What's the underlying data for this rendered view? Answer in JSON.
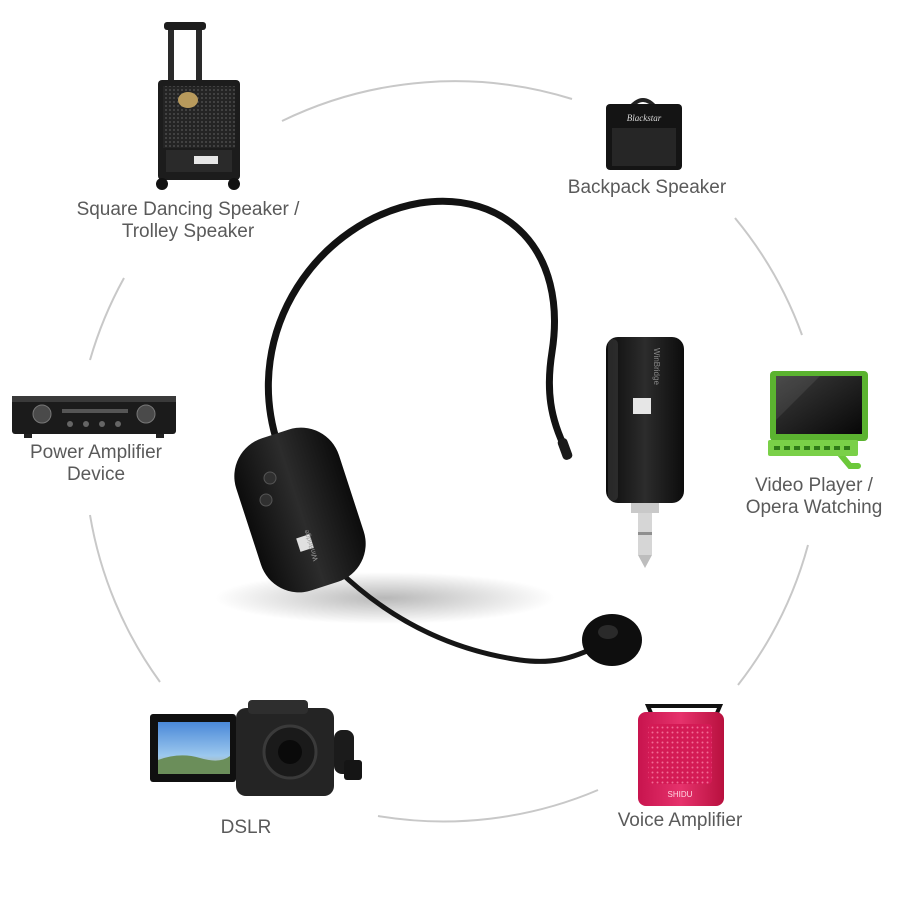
{
  "devices": {
    "trolley_speaker": {
      "line1": "Square Dancing Speaker /",
      "line2": "Trolley Speaker"
    },
    "backpack_speaker": {
      "label": "Backpack Speaker",
      "brand": "Blackstar"
    },
    "power_amplifier": {
      "line1": "Power Amplifier",
      "line2": "Device"
    },
    "video_player": {
      "line1": "Video Player /",
      "line2": "Opera Watching"
    },
    "camera": {
      "label": "DSLR"
    },
    "voice_amplifier": {
      "label": "Voice Amplifier",
      "brand": "SHIDU"
    }
  },
  "product": {
    "brand": "WinBridge"
  },
  "colors": {
    "ring": "#c8c8c8",
    "label_text": "#5a5a5a",
    "voice_amp_red": "#d81b5a",
    "video_player_green": "#6cc83a",
    "device_black": "#1a1a1a"
  }
}
